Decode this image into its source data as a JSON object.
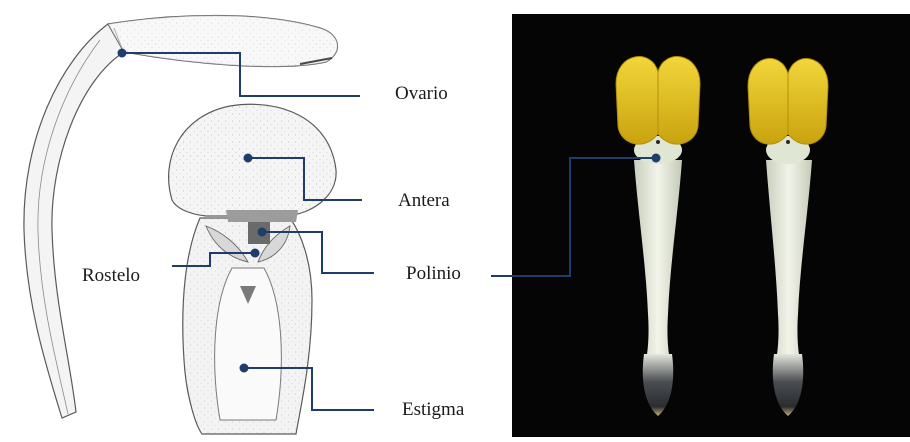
{
  "labels": {
    "ovario": "Ovario",
    "antera": "Antera",
    "rostelo": "Rostelo",
    "polinio": "Polinio",
    "estigma": "Estigma"
  },
  "colors": {
    "leader_line": "#1f3d6b",
    "photo_background": "#050505",
    "pollinia_yellow": "#e6c21a",
    "column_white": "#e8ecdf"
  },
  "icons": {
    "illustration": "orchid-column-drawing",
    "photo": "pollinarium-photo"
  }
}
